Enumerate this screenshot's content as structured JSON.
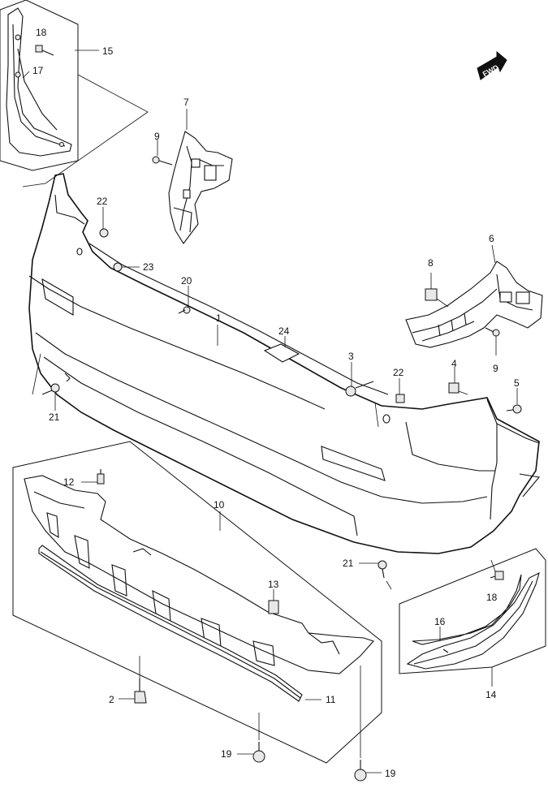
{
  "direction_marker": "FWD",
  "callouts": {
    "p1": "1",
    "p2": "2",
    "p3": "3",
    "p4": "4",
    "p5": "5",
    "p6": "6",
    "p7": "7",
    "p8": "8",
    "p9a": "9",
    "p9b": "9",
    "p10": "10",
    "p11": "11",
    "p12": "12",
    "p13": "13",
    "p14": "14",
    "p15": "15",
    "p16": "16",
    "p17": "17",
    "p18a": "18",
    "p18b": "18",
    "p19a": "19",
    "p19b": "19",
    "p20": "20",
    "p21a": "21",
    "p21b": "21",
    "p22a": "22",
    "p22b": "22",
    "p23": "23",
    "p24": "24"
  }
}
